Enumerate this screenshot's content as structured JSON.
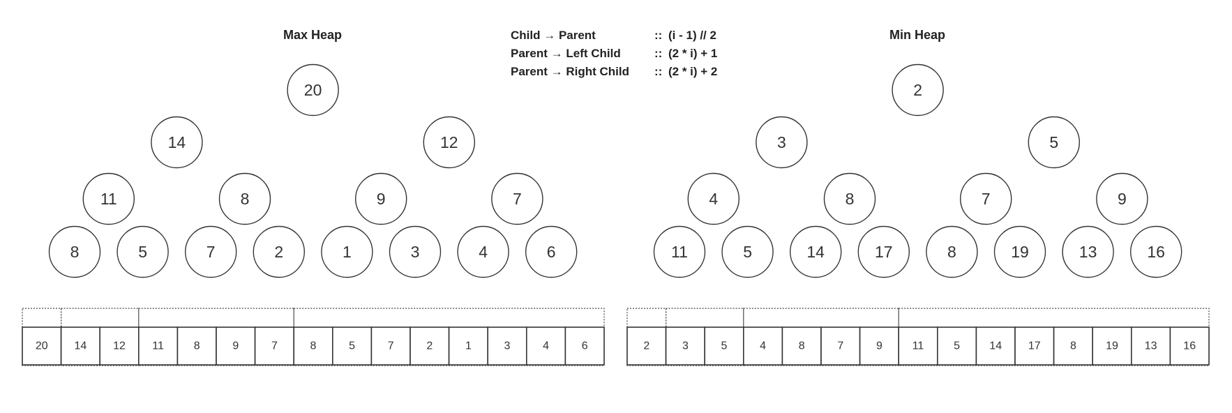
{
  "formulas": [
    {
      "label": "Child → Parent",
      "sep": "::",
      "expr": "(i - 1) // 2"
    },
    {
      "label": "Parent → Left Child",
      "sep": "::",
      "expr": "(2 * i) + 1"
    },
    {
      "label": "Parent → Right Child",
      "sep": "::",
      "expr": "(2 * i) + 2"
    }
  ],
  "heaps": [
    {
      "id": "max-heap",
      "title": "Max Heap",
      "values": [
        "20",
        "14",
        "12",
        "11",
        "8",
        "9",
        "7",
        "8",
        "5",
        "7",
        "2",
        "1",
        "3",
        "4",
        "6"
      ]
    },
    {
      "id": "min-heap",
      "title": "Min Heap",
      "values": [
        "2",
        "3",
        "5",
        "4",
        "8",
        "7",
        "9",
        "11",
        "5",
        "14",
        "17",
        "8",
        "19",
        "13",
        "16"
      ]
    }
  ]
}
